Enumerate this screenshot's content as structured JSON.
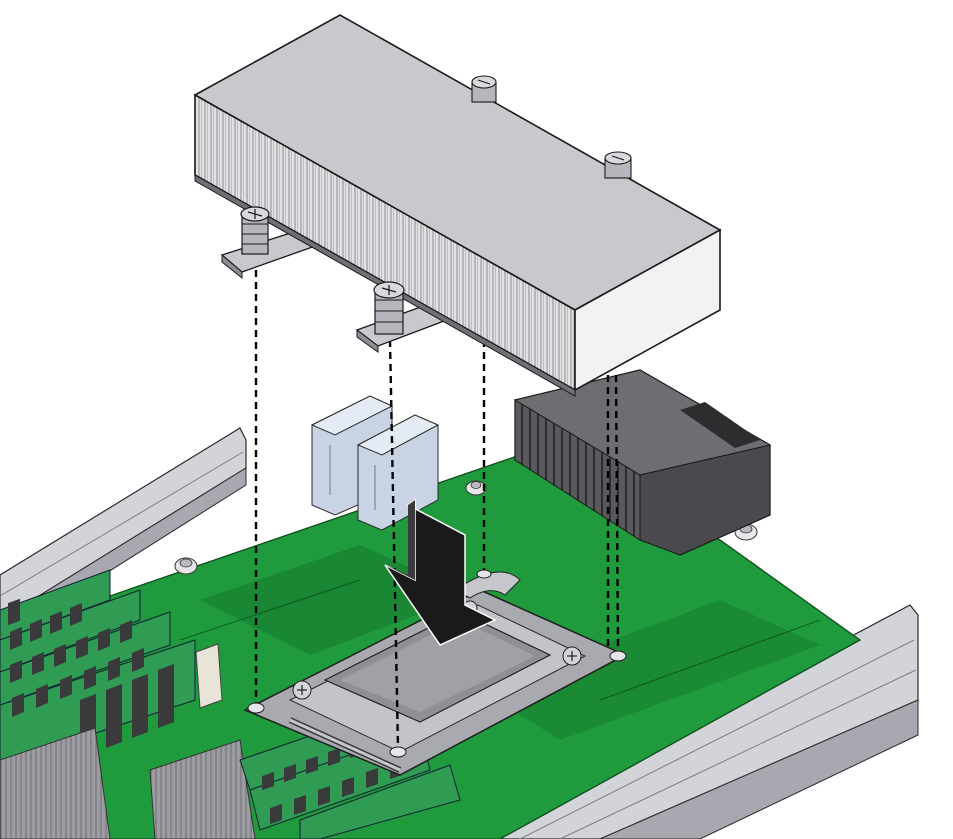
{
  "figure": {
    "caption": "",
    "colors": {
      "board": "#1f9a3c",
      "board_dark": "#16782d",
      "heatsink_top": "#c9c8cc",
      "heatsink_front": "#d9d8db",
      "heatsink_side": "#f2f2f4",
      "bracket": "#c8c9cf",
      "arrow": "#1a1a1a",
      "connector": "#505053",
      "cpu_frame": "#a9aab0",
      "cpu_die": "#8f9096",
      "dimm_green": "#2f9b53",
      "dimm_chip": "#3a3a3c",
      "guide_line": "#000000"
    },
    "components": [
      "heatsink",
      "captive-screw",
      "processor-socket",
      "insertion-arrow",
      "alignment-guides",
      "motherboard",
      "dimm-slots",
      "power-connector",
      "drive-connectors",
      "chassis-rails"
    ],
    "insertion_direction": "down"
  }
}
